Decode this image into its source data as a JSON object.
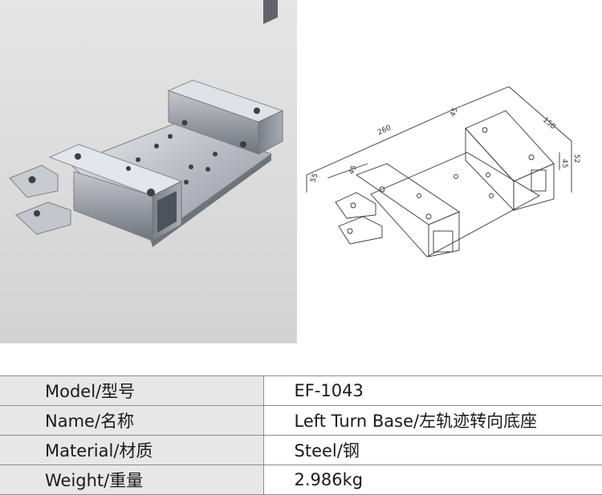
{
  "drawing": {
    "dimensions": [
      "260",
      "45",
      "150",
      "52",
      "45",
      "55",
      "45"
    ]
  },
  "specs": [
    {
      "label": "Model/型号",
      "value": "EF-1043"
    },
    {
      "label": "Name/名称",
      "value": "Left Turn Base/左轨迹转向底座"
    },
    {
      "label": "Material/材质",
      "value": "Steel/钢"
    },
    {
      "label": "Weight/重量",
      "value": "2.986kg"
    }
  ]
}
